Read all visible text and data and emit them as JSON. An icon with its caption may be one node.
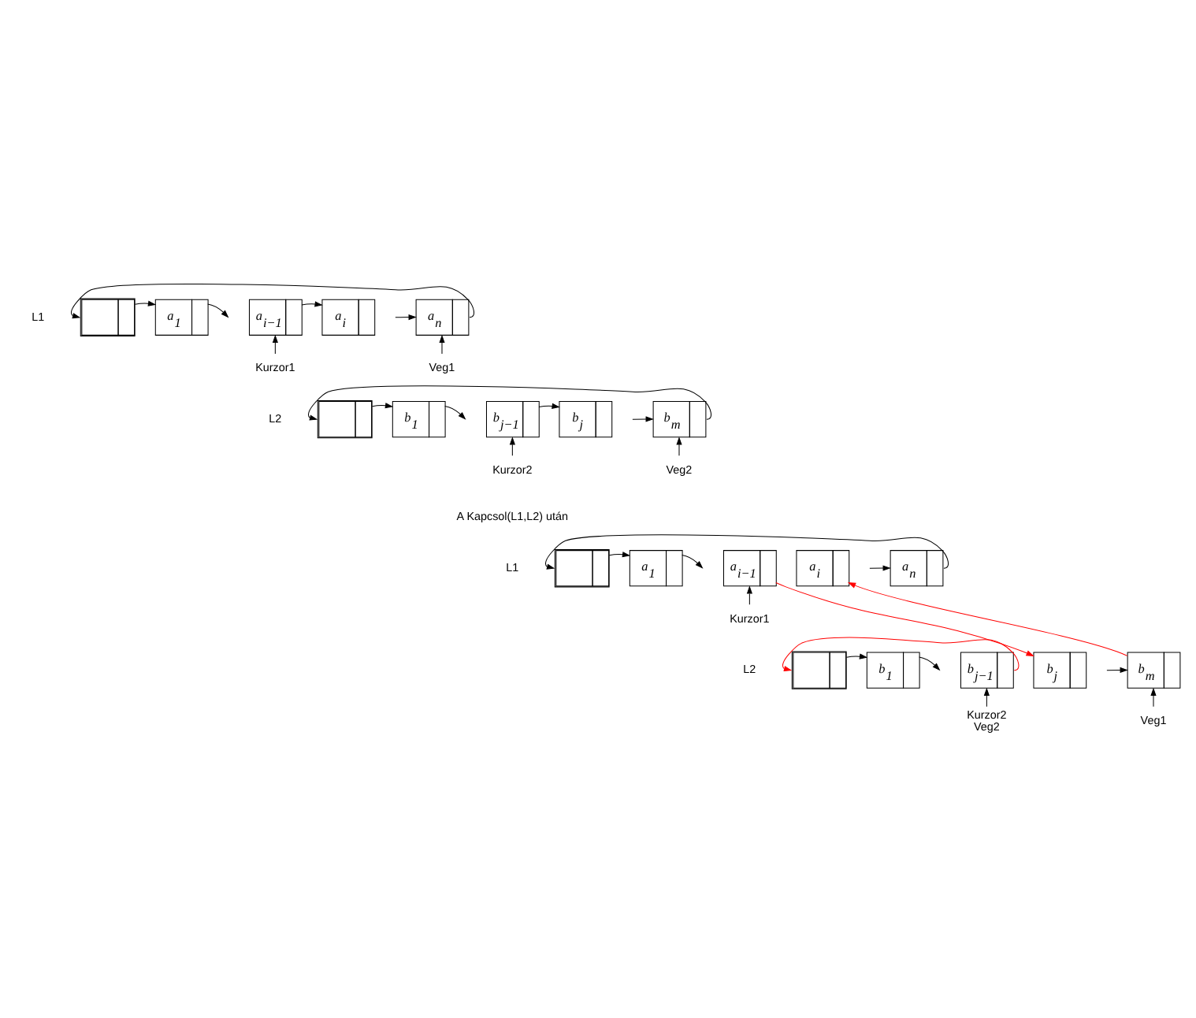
{
  "diagram": {
    "nodes": [
      {
        "text": [],
        "shape": "box"
      },
      {
        "text": [
          "a$_{1}$"
        ]
      },
      {
        "text": [
          "a$_{i−1}$"
        ]
      },
      {
        "text": [
          "a$_{i}$"
        ]
      },
      {
        "text": [
          "a$_{n}$"
        ]
      },
      {
        "text": [
          "Kurzor1"
        ]
      },
      {
        "text": [
          "Veg1"
        ]
      },
      {
        "text": [],
        "shape": "box"
      },
      {
        "text": [
          "b$_{1}$"
        ]
      },
      {
        "text": [
          "b$_{j−1}$"
        ]
      },
      {
        "text": [
          "b$_{j}$"
        ]
      },
      {
        "text": [
          "b$_{m}$"
        ]
      },
      {
        "text": [
          "Kurzor2"
        ]
      },
      {
        "text": [
          "Veg2"
        ]
      },
      {
        "text": [],
        "shape": "box"
      },
      {
        "text": [
          "a$_{1}$"
        ]
      },
      {
        "text": [
          "a$_{i−1}$"
        ]
      },
      {
        "text": [
          "a$_{i}$"
        ]
      },
      {
        "text": [
          "a$_{n}$"
        ]
      },
      {
        "text": [
          "Kurzor1"
        ]
      },
      {
        "text": [],
        "shape": "box"
      },
      {
        "text": [
          "b$_{1}$"
        ]
      },
      {
        "text": [
          "b$_{j−1}$"
        ]
      },
      {
        "text": [
          "b$_{j}$"
        ]
      },
      {
        "text": [
          "b$_{m}$"
        ]
      },
      {
        "text": [
          "Kurzor2",
          "Veg2"
        ]
      },
      {
        "text": [
          "Veg1"
        ]
      }
    ],
    "edges": [
      {
        "from": 0,
        "to": 1,
        "arrow": "to"
      },
      {
        "from": 1,
        "to": null,
        "arrow": "to"
      },
      {
        "from": 2,
        "to": 3,
        "arrow": "to"
      },
      {
        "from": null,
        "to": 4,
        "arrow": "to"
      },
      {
        "from": 4,
        "to": 0,
        "arrow": "to"
      },
      {
        "from": 5,
        "to": 2,
        "arrow": "to"
      },
      {
        "from": 6,
        "to": 4,
        "arrow": "to"
      },
      {
        "from": 7,
        "to": 8,
        "arrow": "to"
      },
      {
        "from": 8,
        "to": null,
        "arrow": "to"
      },
      {
        "from": 9,
        "to": 10,
        "arrow": "to"
      },
      {
        "from": null,
        "to": 11,
        "arrow": "to"
      },
      {
        "from": 11,
        "to": 7,
        "arrow": "to"
      },
      {
        "from": 12,
        "to": 9,
        "arrow": "to"
      },
      {
        "from": 13,
        "to": 11,
        "arrow": "to"
      },
      {
        "from": 14,
        "to": 15,
        "arrow": "to"
      },
      {
        "from": 15,
        "to": null,
        "arrow": "to"
      },
      {
        "from": 16,
        "to": 23,
        "arrow": "to",
        "color": "#ff0000"
      },
      {
        "from": null,
        "to": 18,
        "arrow": "to"
      },
      {
        "from": 18,
        "to": 14,
        "arrow": "to"
      },
      {
        "from": 19,
        "to": 16,
        "arrow": "to"
      },
      {
        "from": 22,
        "to": 20,
        "arrow": "to",
        "color": "#ff0000"
      },
      {
        "from": 20,
        "to": 21,
        "arrow": "to"
      },
      {
        "from": 21,
        "to": null,
        "arrow": "to"
      },
      {
        "from": null,
        "to": 24,
        "arrow": "to"
      },
      {
        "from": 24,
        "to": 17,
        "arrow": "to",
        "color": "#ff0000"
      },
      {
        "from": 25,
        "to": 22,
        "arrow": "to"
      },
      {
        "from": 26,
        "to": 24,
        "arrow": "to"
      }
    ],
    "labels": [
      "L1",
      "L2",
      "A Kapcsol(L1,L2) után",
      "L1",
      "L2"
    ]
  }
}
